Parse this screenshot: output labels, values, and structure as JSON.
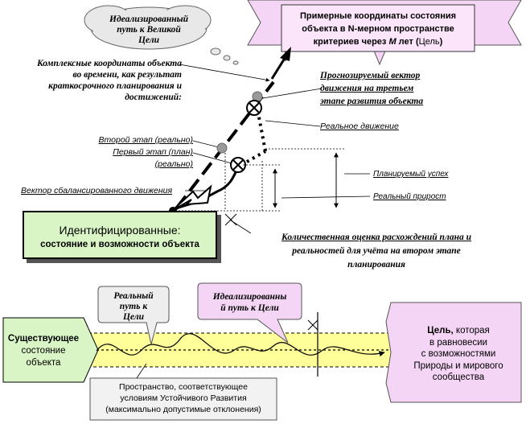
{
  "top": {
    "cloud": [
      "Идеализированный",
      "путь к Великой",
      "Цели"
    ],
    "goal_banner": {
      "line1": "Примерные координаты состояния",
      "line2": "объекта в N-мерном пространстве",
      "line3_pre": "критериев через ",
      "line3_m": "М",
      "line3_mid": " лет (",
      "line3_goal": "Цель",
      "line3_end": ")"
    },
    "complex": [
      "Комплексные координаты объекта",
      "во времени, как результат",
      "краткосрочного планирования и",
      "достижений:"
    ],
    "forecast": [
      "Прогнозируемый вектор",
      "движения на третьем",
      "этапе развития объекта"
    ],
    "real_move": "Реальное движение",
    "stage2": "Второй этап (реально)",
    "stage1_plan": "Первый этап (план)",
    "stage1_real": "(реально)",
    "balanced": "Вектор сбалансированного движения",
    "planned_success": "Планируемый успех",
    "real_growth": "Реальный прирост",
    "identified": {
      "line1": "Идентифицированные:",
      "line2": "состояние и возможности объекта"
    },
    "quant": [
      "Количественная оценка расхождений плана и",
      "реальностей для учёта на втором этапе",
      "планирования"
    ]
  },
  "bottom": {
    "existing": {
      "w1": "Существующее",
      "w2": "состояние",
      "w3": "объекта"
    },
    "real_path": [
      "Реальный",
      "путь к",
      "Цели"
    ],
    "ideal_path": [
      "Идеализированны",
      "й путь к  Цели"
    ],
    "goal": {
      "bold": "Цель,",
      "rest1": " которая",
      "line2": "в равновесии",
      "line3": "с возможностями",
      "line4": "Природы и мирового",
      "line5": "сообщества"
    },
    "space": [
      "Пространство, соответствующее",
      "условиям Устойчивого Развития",
      "(максимально допустимые отклонения)"
    ]
  },
  "colors": {
    "pink": "#f5d5f5",
    "green": "#d9f5c5",
    "grey_box": "#eeeeee",
    "yellow_band": "#ffff99"
  }
}
